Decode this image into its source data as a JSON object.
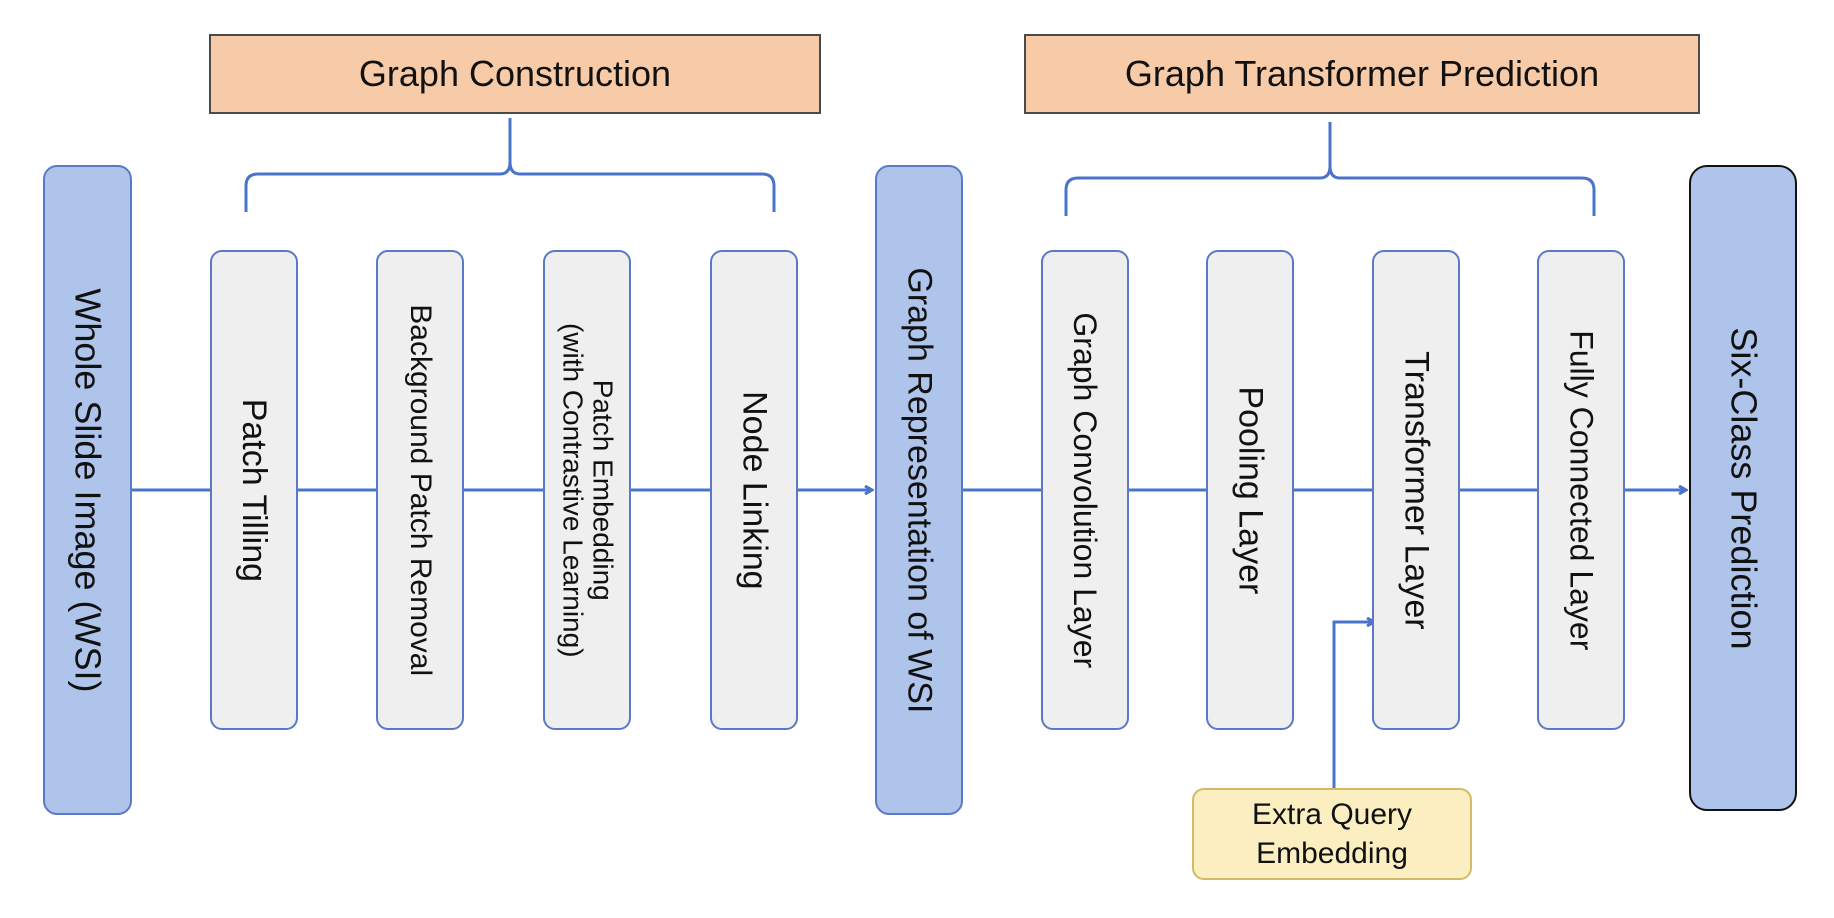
{
  "colors": {
    "header_fill": "#f7cba8",
    "io_fill": "#aec4ea",
    "step_fill": "#efefef",
    "connector": "#4a73cc",
    "note_fill": "#fbefc2"
  },
  "headers": {
    "graph_construction": "Graph Construction",
    "graph_transformer_prediction": "Graph Transformer Prediction"
  },
  "nodes": {
    "input": "Whole Slide Image (WSI)",
    "representation": "Graph Representation of WSI",
    "output": "Six-Class Prediction"
  },
  "construction_steps": {
    "patch_tilling": "Patch Tilling",
    "background_removal": "Background Patch Removal",
    "embedding_line1": "Patch Embedding",
    "embedding_line2": "(with Contrastive Learning)",
    "node_linking": "Node Linking"
  },
  "prediction_steps": {
    "graph_convolution": "Graph Convolution Layer",
    "pooling": "Pooling Layer",
    "transformer": "Transformer Layer",
    "fully_connected": "Fully Connected Layer"
  },
  "extra": {
    "line1": "Extra Query",
    "line2": "Embedding"
  }
}
